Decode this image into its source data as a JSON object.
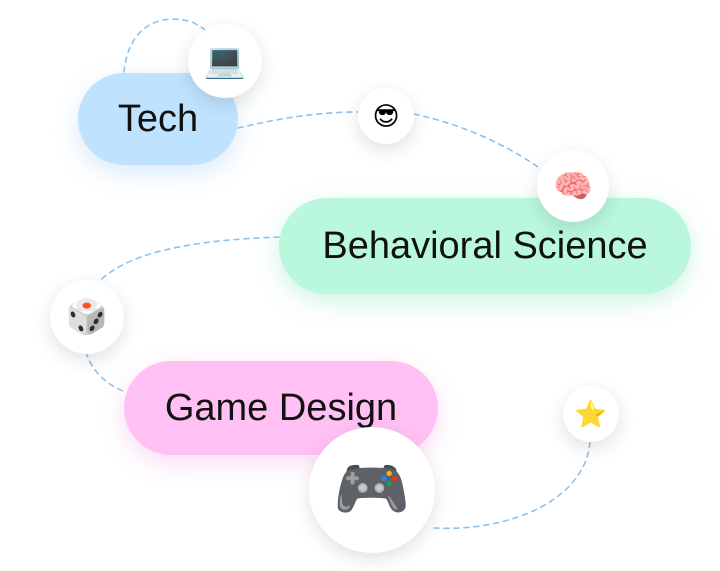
{
  "nodes": {
    "tech": {
      "label": "Tech",
      "color": "#bfe3ff"
    },
    "behavioral_science": {
      "label": "Behavioral Science",
      "color": "#b9f8dd"
    },
    "game_design": {
      "label": "Game Design",
      "color": "#ffc1f3"
    }
  },
  "badges": {
    "laptop": {
      "icon": "laptop-icon",
      "glyph": "💻"
    },
    "cool_face": {
      "icon": "smiling-face-with-sunglasses-icon",
      "glyph": "😎"
    },
    "brain": {
      "icon": "brain-icon",
      "glyph": "🧠"
    },
    "dice": {
      "icon": "game-die-icon",
      "glyph": "🎲"
    },
    "gamepad": {
      "icon": "gamepad-icon",
      "glyph": "🎮"
    },
    "star": {
      "icon": "star-icon",
      "glyph": "⭐"
    }
  },
  "connector_color": "#8ec2ec"
}
